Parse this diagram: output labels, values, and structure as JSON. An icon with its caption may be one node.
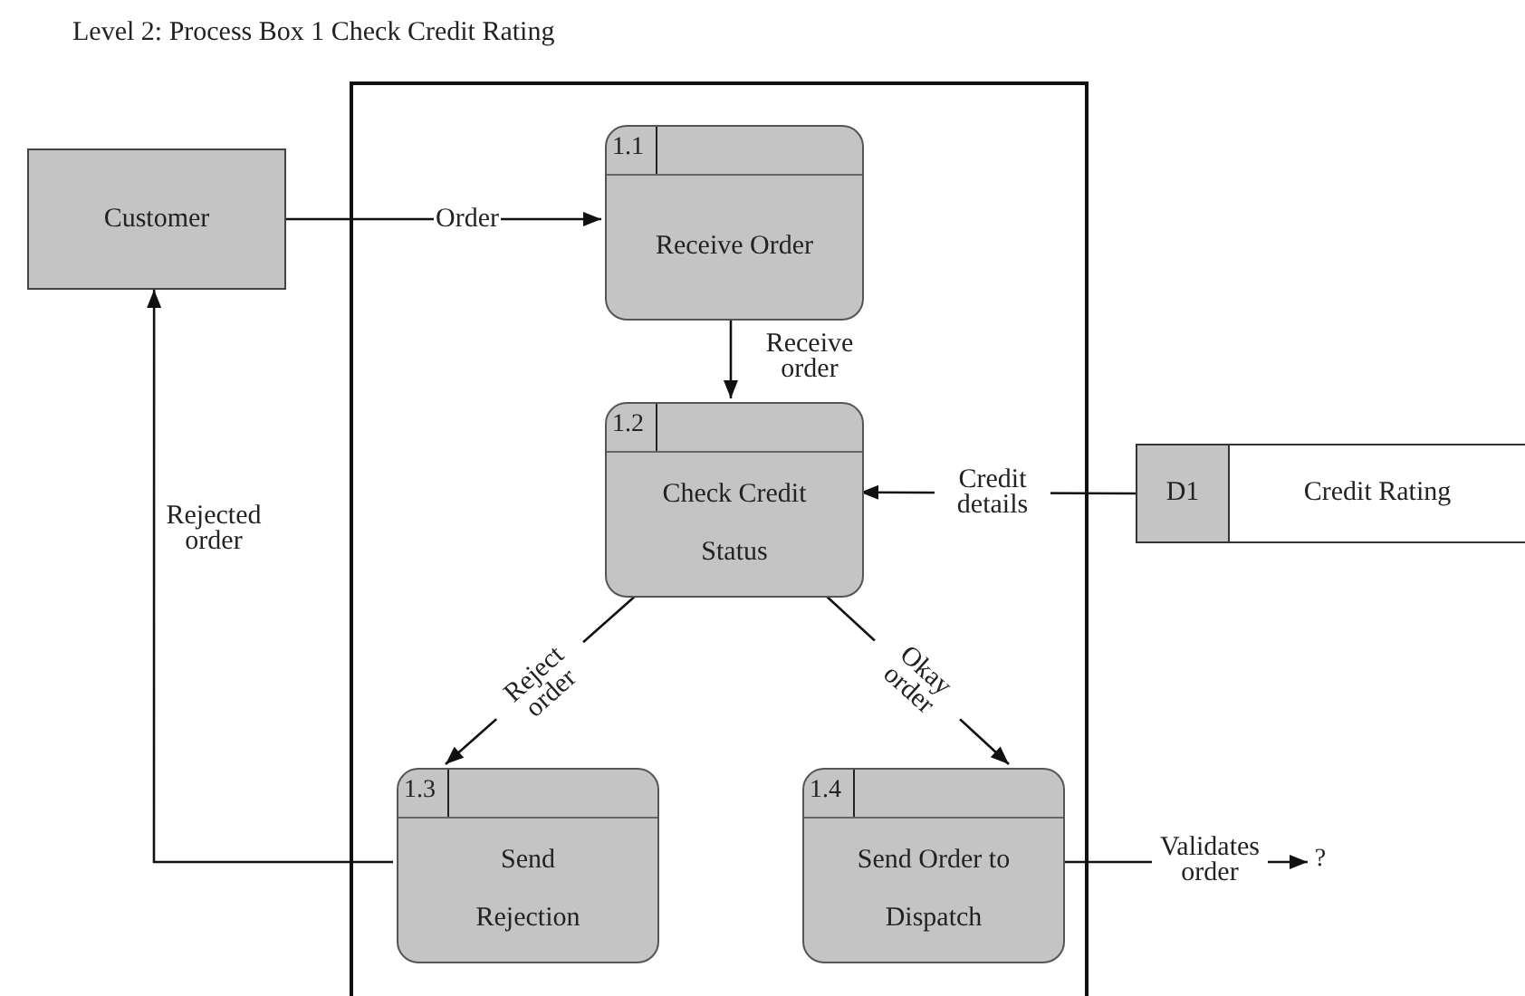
{
  "diagram": {
    "title": "Level 2: Process Box 1 Check Credit Rating",
    "nodes": [
      {
        "text": [
          "Customer"
        ]
      },
      {
        "text": [],
        "shape": "box"
      },
      {
        "text": [
          "1.1",
          "Receive Order"
        ],
        "in": 1
      },
      {
        "text": [
          "1.2",
          "Check Credit Status"
        ],
        "in": 1
      },
      {
        "text": [
          "D1",
          "Credit Rating"
        ]
      },
      {
        "text": [
          "1.3",
          "Send Rejection"
        ],
        "in": 1
      },
      {
        "text": [
          "1.4",
          "Send Order to Dispatch"
        ],
        "in": 1
      },
      {
        "text": [
          "?"
        ]
      }
    ],
    "edges": [
      {
        "from": 0,
        "to": 2,
        "arrow": "to",
        "label": "Order"
      },
      {
        "from": 2,
        "to": 3,
        "arrow": "to",
        "label": "Receive order"
      },
      {
        "from": 4,
        "to": 3,
        "arrow": "to",
        "label": "Credit details"
      },
      {
        "from": 3,
        "to": 5,
        "arrow": "to",
        "label": "Reject order"
      },
      {
        "from": 3,
        "to": 6,
        "arrow": "to",
        "label": "Okay order"
      },
      {
        "from": 5,
        "to": 0,
        "arrow": "to",
        "label": "Rejected order"
      },
      {
        "from": 6,
        "to": 7,
        "arrow": "to",
        "label": "Validates order"
      }
    ]
  }
}
